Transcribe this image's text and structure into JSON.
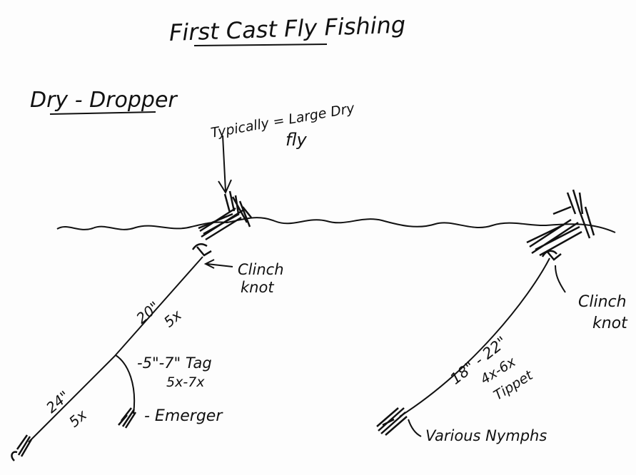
{
  "title": "First Cast Fly Fishing",
  "section_title": "Dry - Dropper",
  "left_rig": {
    "dry_fly_note_line1": "Typically = Large Dry",
    "dry_fly_note_line2": "fly",
    "knot_line1": "Clinch",
    "knot_line2": "knot",
    "upper_length": "20\"",
    "upper_tippet": "5x",
    "tag_length": "-5\"-7\" Tag",
    "tag_tippet": "5x-7x",
    "lower_length": "24\"",
    "lower_tippet": "5x",
    "emerger_label": "- Emerger"
  },
  "right_rig": {
    "knot_line1": "Clinch",
    "knot_line2": "knot",
    "length": "18\" - 22\"",
    "tippet_line1": "4x-6x",
    "tippet_line2": "Tippet",
    "nymph_label": "Various Nymphs"
  },
  "colors": {
    "ink": "#111111",
    "paper": "#fdfdfd"
  }
}
